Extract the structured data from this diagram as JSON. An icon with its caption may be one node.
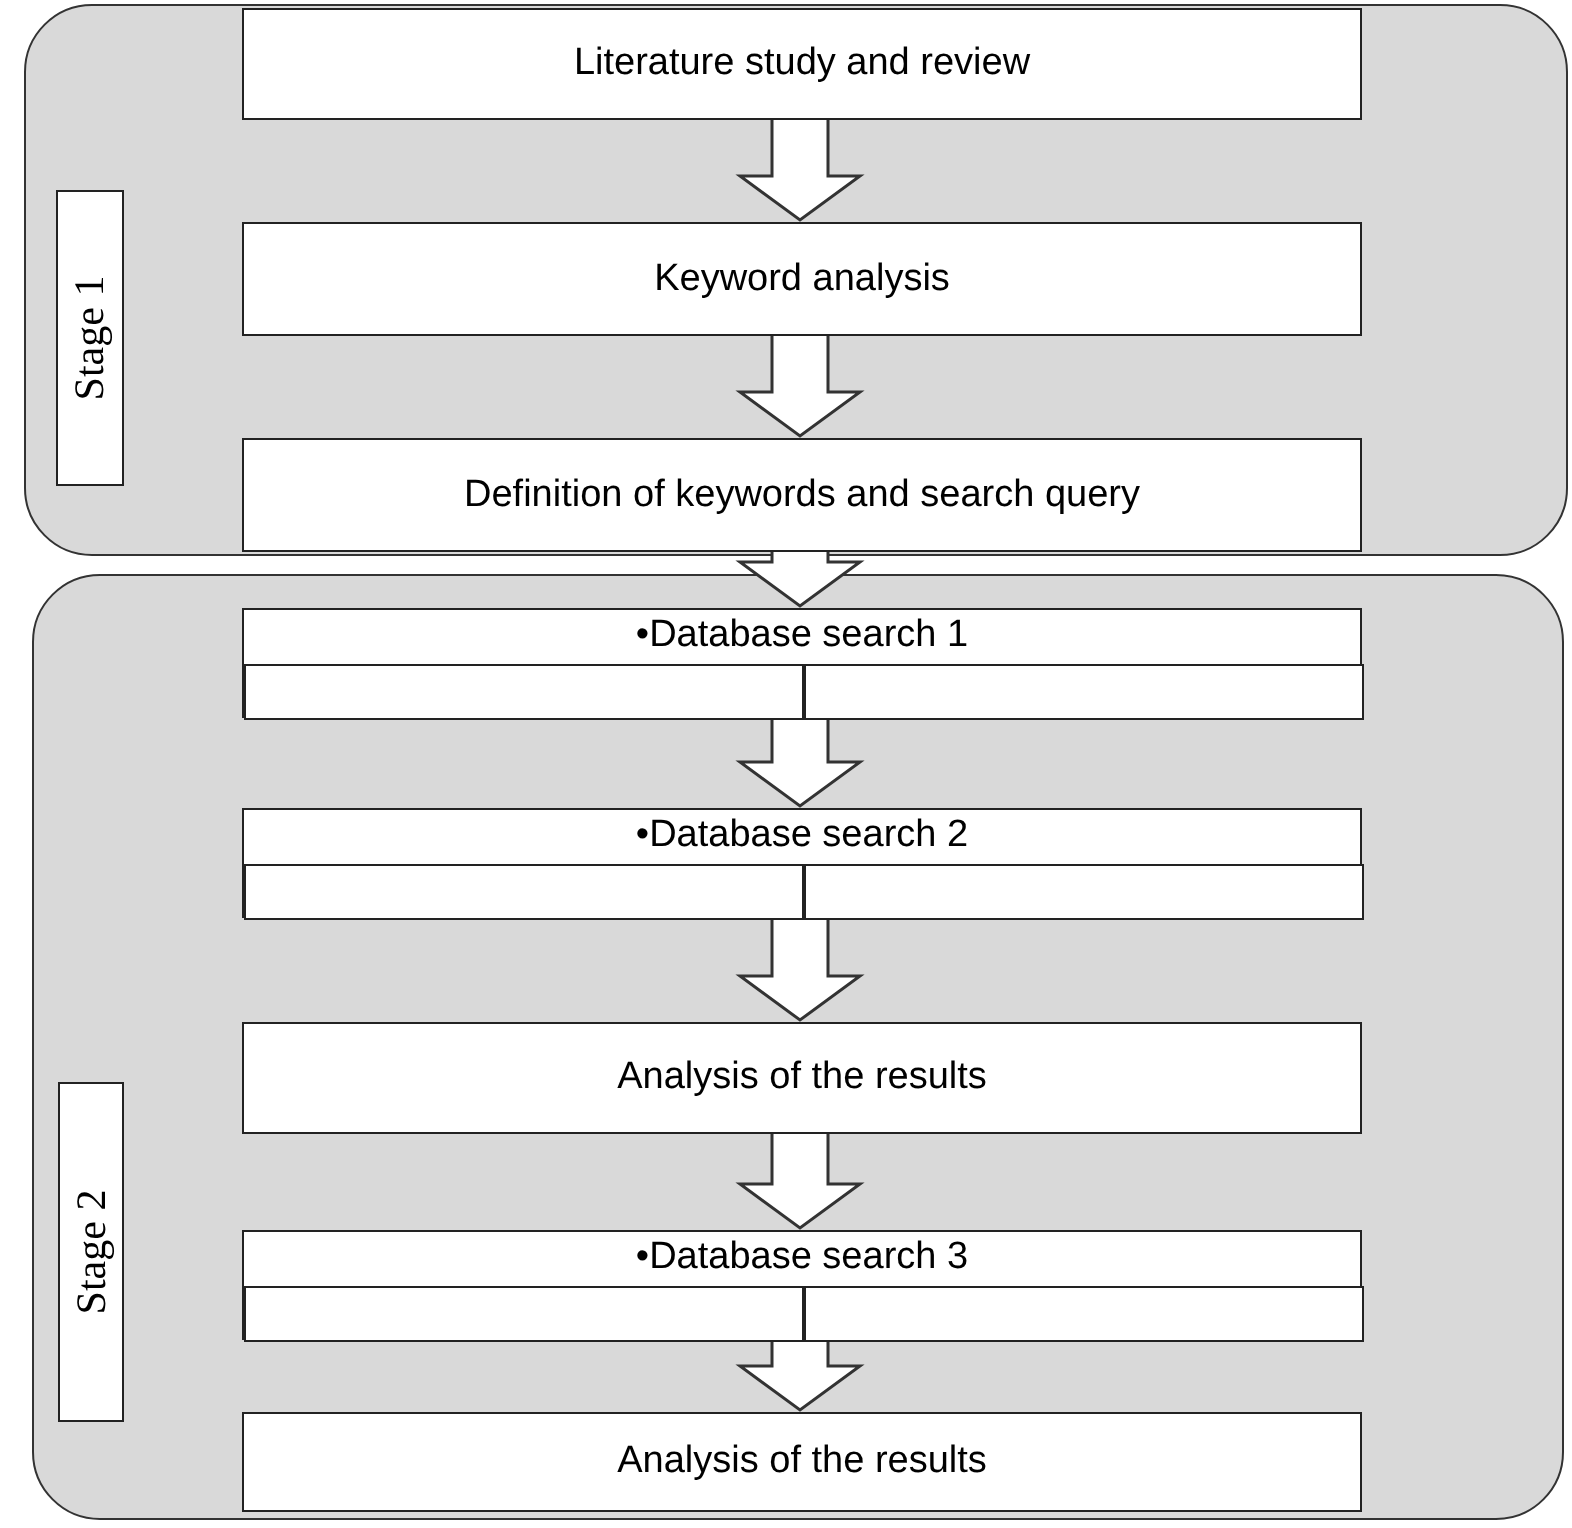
{
  "diagram": {
    "nodes": [
      {
        "text": [],
        "shape": "box"
      },
      {
        "text": [
          "Stage 1"
        ],
        "in": 0
      },
      {
        "text": [
          "Literature study and review"
        ],
        "in": 0
      },
      {
        "text": [
          "Keyword analysis"
        ],
        "in": 0
      },
      {
        "text": [
          "Definition of keywords and search query"
        ],
        "in": 0
      },
      {
        "text": [],
        "shape": "box"
      },
      {
        "text": [
          "Stage 2"
        ],
        "in": 5
      },
      {
        "text": [
          "•Database search 1"
        ],
        "in": 5
      },
      {
        "text": [],
        "shape": "box",
        "in": 7
      },
      {
        "text": [],
        "shape": "box",
        "in": 7
      },
      {
        "text": [
          "•Database search 2"
        ],
        "in": 5
      },
      {
        "text": [],
        "shape": "box",
        "in": 10
      },
      {
        "text": [],
        "shape": "box",
        "in": 10
      },
      {
        "text": [
          "Analysis of the results"
        ],
        "in": 5
      },
      {
        "text": [
          "•Database search 3"
        ],
        "in": 5
      },
      {
        "text": [],
        "shape": "box",
        "in": 14
      },
      {
        "text": [],
        "shape": "box",
        "in": 14
      },
      {
        "text": [
          "Analysis of the results"
        ],
        "in": 5
      }
    ],
    "edges": [
      {
        "from": 2,
        "to": 3,
        "arrow": "to"
      },
      {
        "from": 3,
        "to": 4,
        "arrow": "to"
      },
      {
        "from": 4,
        "to": 7,
        "arrow": "to"
      },
      {
        "from": 7,
        "to": 10,
        "arrow": "to"
      },
      {
        "from": 10,
        "to": 13,
        "arrow": "to"
      },
      {
        "from": 13,
        "to": 14,
        "arrow": "to"
      },
      {
        "from": 14,
        "to": 17,
        "arrow": "to"
      }
    ]
  }
}
